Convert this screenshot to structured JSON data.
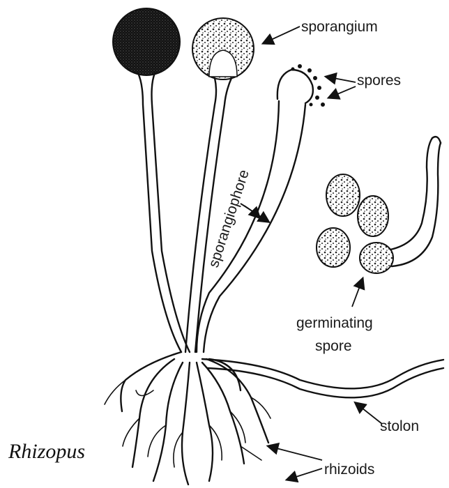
{
  "title": "Rhizopus",
  "labels": {
    "sporangium": "sporangium",
    "spores": "spores",
    "sporangiophore": "sporangiophore",
    "germinating_line1": "germinating",
    "germinating_line2": "spore",
    "stolon": "stolon",
    "rhizoids": "rhizoids"
  },
  "colors": {
    "ink": "#111111",
    "background": "#ffffff"
  }
}
